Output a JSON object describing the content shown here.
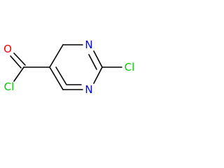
{
  "molecule": {
    "atoms": {
      "oxygen": "O",
      "acyl_chlorine": "Cl",
      "nitrogen_top": "N",
      "nitrogen_bottom": "N",
      "ring_chlorine": "Cl"
    },
    "colors": {
      "oxygen": "#ff0000",
      "chlorine": "#00cc00",
      "nitrogen": "#0000ff",
      "bond": "#000000",
      "background": "#ffffff"
    }
  }
}
